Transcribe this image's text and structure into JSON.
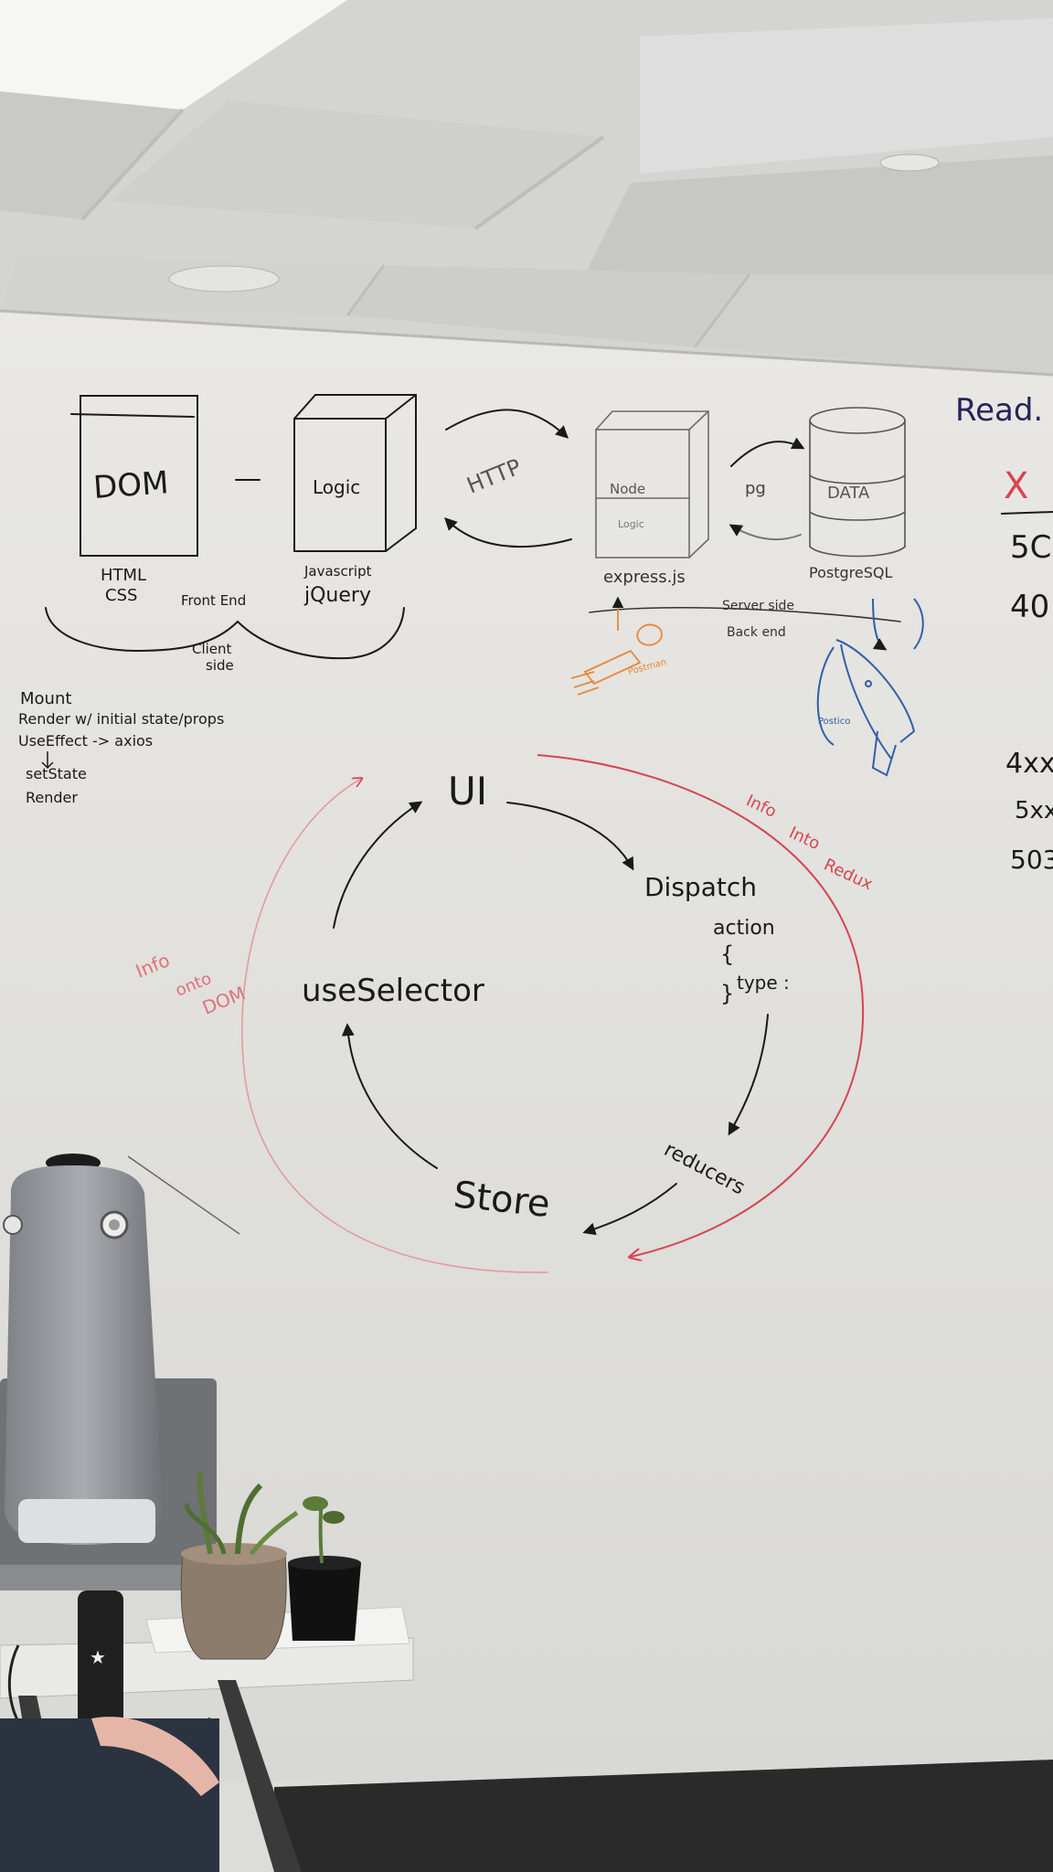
{
  "colors": {
    "ink_black": "#1a1a1a",
    "ink_red": "#d64550",
    "ink_orange": "#e8883a",
    "ink_blue": "#2f5fa8",
    "ink_navy": "#25235a",
    "wall": "#e6e5e1",
    "ceiling": "#d9d9d6"
  },
  "top_diagram": {
    "dom_box": "DOM",
    "dom_caption_1": "HTML",
    "dom_caption_2": "CSS",
    "logic_box": "Logic",
    "logic_caption_1": "Javascript",
    "logic_caption_2": "jQuery",
    "front_end": "Front End",
    "client_1": "Client",
    "client_2": "side",
    "http": "HTTP",
    "node": "Node",
    "server_logic": "Logic",
    "express": "express.js",
    "pg": "pg",
    "data": "DATA",
    "postgres": "PostgreSQL",
    "server_side": "Server side",
    "back_end": "Back end",
    "postman": "Postman",
    "postico": "Postico"
  },
  "right_edge": {
    "read": "Read. V",
    "x": "X",
    "n1": "5C",
    "n2": "40",
    "n3": "4xx",
    "n4": "5xx",
    "n5": "503"
  },
  "lifecycle_notes": [
    "Mount",
    "Render w/ initial state/props",
    "UseEffect -> axios",
    "setState",
    "Render"
  ],
  "redux_cycle": {
    "ui": "UI",
    "dispatch": "Dispatch",
    "action": "action",
    "type": "type :",
    "reducers": "reducers",
    "store": "Store",
    "use_selector": "useSelector",
    "info_dom_1": "Info",
    "info_dom_2": "onto",
    "info_dom_3": "DOM",
    "info_redux_1": "Info",
    "info_redux_2": "Into",
    "info_redux_3": "Redux"
  }
}
